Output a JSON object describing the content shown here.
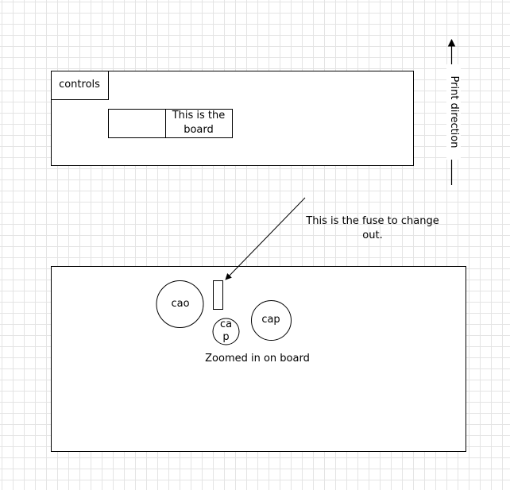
{
  "top_panel": {
    "controls_label": "controls",
    "board_label_line1": "This is the",
    "board_label_line2": "board"
  },
  "direction": {
    "label": "Print direction"
  },
  "callout": {
    "line1": "This is the fuse to change",
    "line2": "out."
  },
  "zoom_panel": {
    "caption": "Zoomed in on board",
    "left_circle_label": "cao",
    "small_circle_line1": "ca",
    "small_circle_line2": "p",
    "right_circle_label": "cap"
  }
}
